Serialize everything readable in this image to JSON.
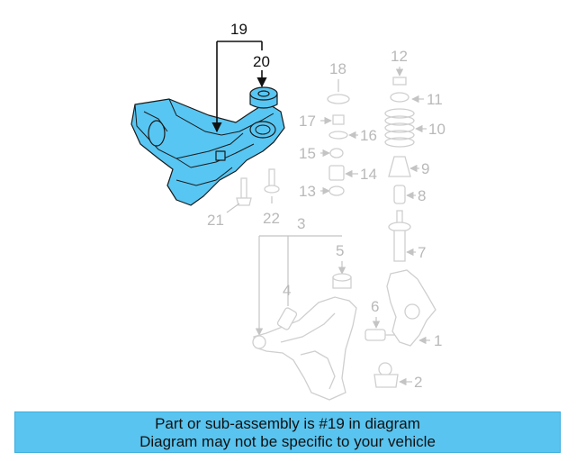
{
  "callouts": {
    "c1": "1",
    "c2": "2",
    "c3": "3",
    "c4": "4",
    "c5": "5",
    "c6": "6",
    "c7": "7",
    "c8": "8",
    "c9": "9",
    "c10": "10",
    "c11": "11",
    "c12": "12",
    "c13": "13",
    "c14": "14",
    "c15": "15",
    "c16": "16",
    "c17": "17",
    "c18": "18",
    "c19": "19",
    "c20": "20",
    "c21": "21",
    "c22": "22"
  },
  "highlight": {
    "part_number": "19",
    "color": "#59c4ef"
  },
  "banner": {
    "line1": "Part or sub-assembly is #19 in diagram",
    "line2": "Diagram may not be specific to your vehicle"
  }
}
